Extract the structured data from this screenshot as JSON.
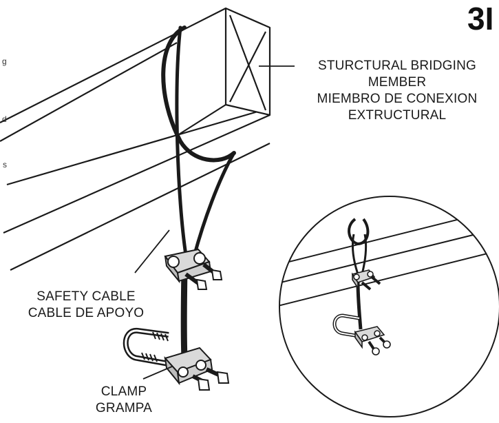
{
  "step_number": "3I",
  "margin_fragments": [
    "g",
    "d",
    "s"
  ],
  "labels": {
    "bridging_member": [
      "STURCTURAL BRIDGING",
      "MEMBER",
      "MIEMBRO DE CONEXION",
      "EXTRUCTURAL"
    ],
    "safety_cable": [
      "SAFETY CABLE",
      "CABLE DE APOYO"
    ],
    "clamp": [
      "CLAMP",
      "GRAMPA"
    ]
  },
  "colors": {
    "ink": "#1a1a1a",
    "metal": "#d9d9d9",
    "background": "#ffffff"
  }
}
